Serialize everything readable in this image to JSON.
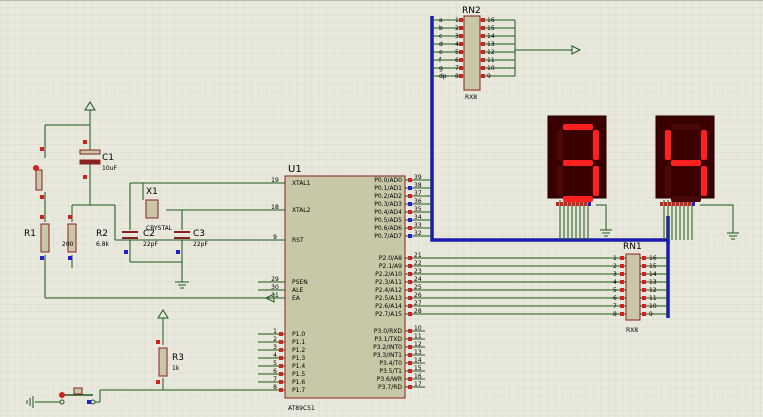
{
  "colors": {
    "background": "#e8e8dc",
    "grid": "#d4d4c6",
    "wire": "#1a5a1a",
    "bus": "#1a1ab0",
    "chip_fill": "#c8c8a8",
    "chip_stroke": "#8a2020",
    "pin_red": "#d02020",
    "pin_blue": "#2020d0",
    "display_bg": "#3a0000",
    "segment_on": "#ff2020"
  },
  "u1": {
    "ref": "U1",
    "part": "AT89C51",
    "left_pins": [
      {
        "num": "19",
        "name": "XTAL1"
      },
      {
        "num": "18",
        "name": "XTAL2"
      },
      {
        "num": "9",
        "name": "RST"
      },
      {
        "num": "29",
        "name": "PSEN"
      },
      {
        "num": "30",
        "name": "ALE"
      },
      {
        "num": "31",
        "name": "EA"
      },
      {
        "num": "1",
        "name": "P1.0"
      },
      {
        "num": "2",
        "name": "P1.1"
      },
      {
        "num": "3",
        "name": "P1.2"
      },
      {
        "num": "4",
        "name": "P1.3"
      },
      {
        "num": "5",
        "name": "P1.4"
      },
      {
        "num": "6",
        "name": "P1.5"
      },
      {
        "num": "7",
        "name": "P1.6"
      },
      {
        "num": "8",
        "name": "P1.7"
      }
    ],
    "right_pins": [
      {
        "num": "39",
        "name": "P0.0/AD0"
      },
      {
        "num": "38",
        "name": "P0.1/AD1"
      },
      {
        "num": "37",
        "name": "P0.2/AD2"
      },
      {
        "num": "36",
        "name": "P0.3/AD3"
      },
      {
        "num": "35",
        "name": "P0.4/AD4"
      },
      {
        "num": "34",
        "name": "P0.5/AD5"
      },
      {
        "num": "33",
        "name": "P0.6/AD6"
      },
      {
        "num": "32",
        "name": "P0.7/AD7"
      },
      {
        "num": "21",
        "name": "P2.0/A8"
      },
      {
        "num": "22",
        "name": "P2.1/A9"
      },
      {
        "num": "23",
        "name": "P2.2/A10"
      },
      {
        "num": "24",
        "name": "P2.3/A11"
      },
      {
        "num": "25",
        "name": "P2.4/A12"
      },
      {
        "num": "26",
        "name": "P2.5/A13"
      },
      {
        "num": "27",
        "name": "P2.6/A14"
      },
      {
        "num": "28",
        "name": "P2.7/A15"
      },
      {
        "num": "10",
        "name": "P3.0/RXD"
      },
      {
        "num": "11",
        "name": "P3.1/TXD"
      },
      {
        "num": "12",
        "name": "P3.2/INT0"
      },
      {
        "num": "13",
        "name": "P3.3/INT1"
      },
      {
        "num": "14",
        "name": "P3.4/T0"
      },
      {
        "num": "15",
        "name": "P3.5/T1"
      },
      {
        "num": "16",
        "name": "P3.6/WR"
      },
      {
        "num": "17",
        "name": "P3.7/RD"
      }
    ]
  },
  "rn2": {
    "ref": "RN2",
    "part": "RX8",
    "left_labels": [
      "a",
      "b",
      "c",
      "d",
      "e",
      "f",
      "g",
      "dp"
    ],
    "left_nums": [
      "1",
      "2",
      "3",
      "4",
      "5",
      "6",
      "7",
      "8"
    ],
    "right_nums": [
      "16",
      "15",
      "14",
      "13",
      "12",
      "11",
      "10",
      "9"
    ]
  },
  "rn1": {
    "ref": "RN1",
    "part": "RX8",
    "left_nums": [
      "1",
      "2",
      "3",
      "4",
      "5",
      "6",
      "7",
      "8"
    ],
    "right_nums": [
      "16",
      "15",
      "14",
      "13",
      "12",
      "11",
      "10",
      "9"
    ]
  },
  "components": {
    "c1_ref": "C1",
    "c1_value": "10uF",
    "r1_ref": "R1",
    "r1_value": "200",
    "r2_ref": "R2",
    "r2_value": "6.8k",
    "x1_ref": "X1",
    "x1_value": "CRYSTAL",
    "c2_ref": "C2",
    "c2_value": "22pF",
    "c3_ref": "C3",
    "c3_value": "22pF",
    "r3_ref": "R3",
    "r3_value": "1k"
  },
  "displays": [
    {
      "digit": "3",
      "segments": [
        "a",
        "b",
        "c",
        "d",
        "g"
      ]
    },
    {
      "digit": "4",
      "segments": [
        "b",
        "c",
        "f",
        "g"
      ]
    }
  ]
}
